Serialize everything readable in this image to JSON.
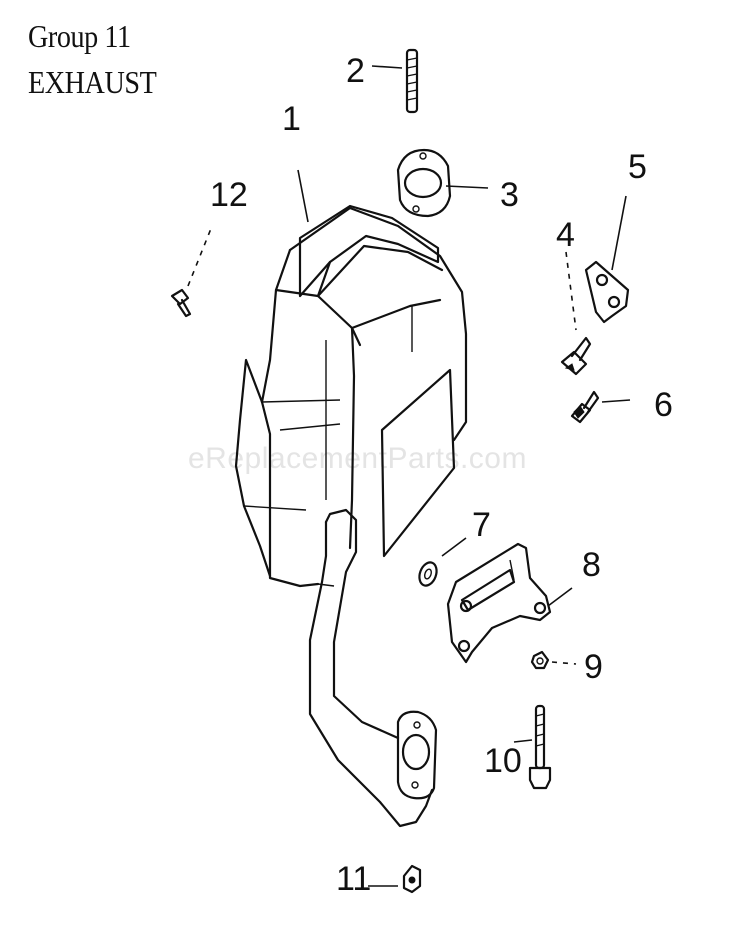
{
  "header": {
    "group": "Group 11",
    "section": "EXHAUST"
  },
  "watermark": "eReplacementParts.com",
  "callouts": [
    {
      "id": "callout-1",
      "number": "1"
    },
    {
      "id": "callout-2",
      "number": "2"
    },
    {
      "id": "callout-3",
      "number": "3"
    },
    {
      "id": "callout-4",
      "number": "4"
    },
    {
      "id": "callout-5",
      "number": "5"
    },
    {
      "id": "callout-6",
      "number": "6"
    },
    {
      "id": "callout-7",
      "number": "7"
    },
    {
      "id": "callout-8",
      "number": "8"
    },
    {
      "id": "callout-9",
      "number": "9"
    },
    {
      "id": "callout-10",
      "number": "10"
    },
    {
      "id": "callout-11",
      "number": "11"
    },
    {
      "id": "callout-12",
      "number": "12"
    }
  ]
}
